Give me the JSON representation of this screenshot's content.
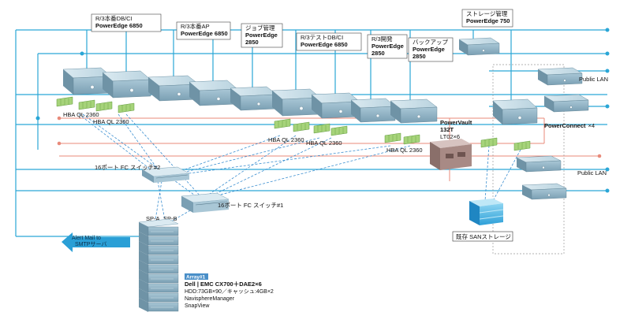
{
  "colors": {
    "lan": "#2aa6d6",
    "fc": "#e88a7a",
    "san_dash": "#3a8ed0",
    "server_top": "#cfe1ea",
    "server_front": "#8fb3c6",
    "server_side": "#6f93a6",
    "hba": "#a6d37a",
    "arrow": "#2a9fd6"
  },
  "callouts": [
    {
      "line1": "R/3本番DB/CI",
      "line2": "PowerEdge 6850",
      "line3": ""
    },
    {
      "line1": "R/3本番AP",
      "line2": "PowerEdge 6850",
      "line3": ""
    },
    {
      "line1": "ジョブ管理",
      "line2": "PowerEdge",
      "line3": "2850"
    },
    {
      "line1": "R/3テストDB/CI",
      "line2": "PowerEdge 6850",
      "line3": ""
    },
    {
      "line1": "R/3開発",
      "line2": "PowerEdge",
      "line3": "2850"
    },
    {
      "line1": "バックアップ",
      "line2": "PowerEdge",
      "line3": "2850"
    },
    {
      "line1": "ストレージ管理",
      "line2": "PowerEdge 750",
      "line3": ""
    }
  ],
  "hba_labels": [
    "HBA QL 2360",
    "HBA QL 2360",
    "HBA QL 2360",
    "HBA QL 2360",
    "HBA QL 2360"
  ],
  "public_lan": [
    "Public LAN",
    "Public LAN"
  ],
  "powerconnect": {
    "name": "PowerConnect",
    "count": "×4"
  },
  "powervault": {
    "line1": "PowerVault",
    "line2": "132T",
    "line3": "LT02×6"
  },
  "switches": {
    "sw2": "16ポート FC スイッチ#2",
    "sw1": "16ポート FC スイッチ#1"
  },
  "sp_labels": {
    "a": "SP-A",
    "b": "SP-B"
  },
  "alert": {
    "line1": "Alert Mail to",
    "line2": "SMTPサーバ"
  },
  "array": {
    "tag": "Array#1",
    "model": "Dell | EMC CX700＋DAE2×6",
    "hdd": "HDD:73GB×90／キャッシュ:4GB×2",
    "sw1": "NavisphereManager",
    "sw2": "SnapView"
  },
  "existing_san": "既存 SANストレージ"
}
